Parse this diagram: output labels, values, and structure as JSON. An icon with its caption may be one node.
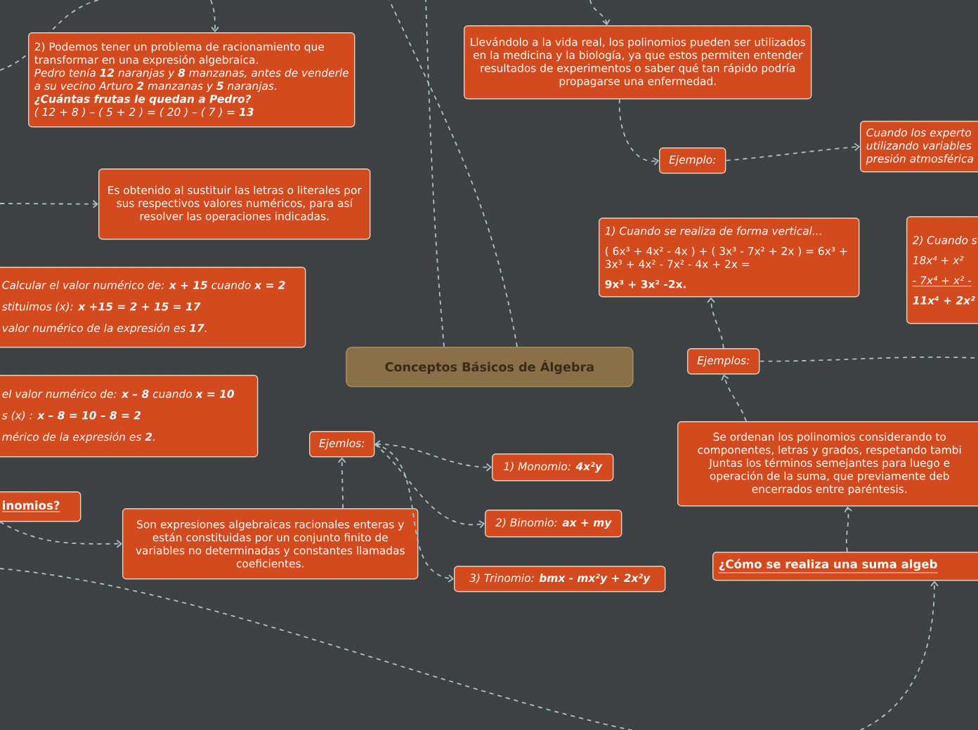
{
  "diagram": {
    "nodes": [
      {
        "text": [
          "2) Podemos tener un problema de racionamiento que transformar en una expresión algebraica.",
          "Pedro tenía **12** naranjas y **8** manzanas, antes de venderle a su vecino Arturo **2** manzanas y **5** naranjas.",
          "¿Cuántas frutas le quedan a Pedro?",
          "( 12 + 8 ) – ( 5 + 2 ) = ( 20 ) – ( 7 ) = **13**"
        ]
      },
      {
        "text": [
          "Llevándolo a la vida real, los polinomios pueden ser utilizados en la medicina y la biología, ya que estos permiten entender resultados de experimentos o saber qué tan rápido podría propagarse una enfermedad."
        ]
      },
      {
        "text": [
          "Ejemplo:"
        ]
      },
      {
        "text": [
          "Cuando los experto utilizando variables presión atmosférica"
        ]
      },
      {
        "text": [
          "Es obtenido al sustituir las letras o literales por sus respectivos valores numéricos, para así resolver las operaciones indicadas."
        ]
      },
      {
        "text": [
          "1) Cuando se realiza de forma vertical...",
          "( 6x³ + 4x² - 4x ) + ( 3x³ - 7x² + 2x ) = 6x³ + 3x³ + 4x² - 7x² - 4x + 2x =",
          "9x³ + 3x² -2x."
        ]
      },
      {
        "text": [
          "2) Cuando s",
          "18x⁴ + x²",
          "- 7x⁴ + x² -",
          "11x⁴ + 2x²"
        ]
      },
      {
        "text": [
          "Calcular el valor numérico de: **x + 15** cuando **x = 2**",
          "stituimos (x): **x +15 = 2 + 15 = 17**",
          "valor numérico de la expresión es **17**."
        ]
      },
      {
        "text": [
          "el valor numérico de: **x – 8** cuando **x = 10**",
          "s (x) : **x – 8 = 10 – 8 = 2**",
          "mérico de la expresión es **2**."
        ]
      },
      {
        "text": [
          "Conceptos Básicos de Álgebra"
        ]
      },
      {
        "text": [
          "Ejemlos:"
        ]
      },
      {
        "text": [
          "1) Monomio: **4x²y**"
        ]
      },
      {
        "text": [
          "2) Binomio: **ax + my**"
        ]
      },
      {
        "text": [
          "3) Trinomio: **bmx - mx²y + 2x²y**"
        ]
      },
      {
        "text": [
          "inomios?"
        ]
      },
      {
        "text": [
          "Son expresiones algebraicas racionales enteras y están constituidas por un conjunto finito de variables no determinadas y constantes llamadas coeficientes."
        ]
      },
      {
        "text": [
          "Se ordenan los polinomios considerando to componentes, letras y grados, respetando tambi Juntas los términos semejantes para luego e operación de la suma, que previamente deb encerrados entre paréntesis."
        ]
      },
      {
        "text": [
          "Ejemplos:"
        ]
      },
      {
        "text": [
          "¿Cómo se realiza una suma algeb"
        ]
      }
    ],
    "edges": [
      {
        "from": null,
        "to": 0,
        "arrow": "to"
      },
      {
        "from": null,
        "to": 1,
        "arrow": "to"
      },
      {
        "from": 1,
        "to": 2,
        "arrow": "to"
      },
      {
        "from": 2,
        "to": 3,
        "arrow": "to"
      },
      {
        "from": null,
        "to": 4,
        "arrow": "to"
      },
      {
        "from": 9,
        "to": null,
        "arrow": "none"
      },
      {
        "from": 9,
        "to": null,
        "arrow": "none"
      },
      {
        "from": 15,
        "to": 10,
        "arrow": "to"
      },
      {
        "from": 10,
        "to": 11,
        "arrow": "both"
      },
      {
        "from": 10,
        "to": 12,
        "arrow": "to"
      },
      {
        "from": 10,
        "to": 13,
        "arrow": "to"
      },
      {
        "from": 14,
        "to": 15,
        "arrow": "to"
      },
      {
        "from": null,
        "to": 18,
        "arrow": "to"
      },
      {
        "from": 18,
        "to": 16,
        "arrow": "to"
      },
      {
        "from": 16,
        "to": 17,
        "arrow": "to"
      },
      {
        "from": 17,
        "to": 5,
        "arrow": "to"
      },
      {
        "from": 17,
        "to": null,
        "arrow": "none"
      }
    ]
  }
}
